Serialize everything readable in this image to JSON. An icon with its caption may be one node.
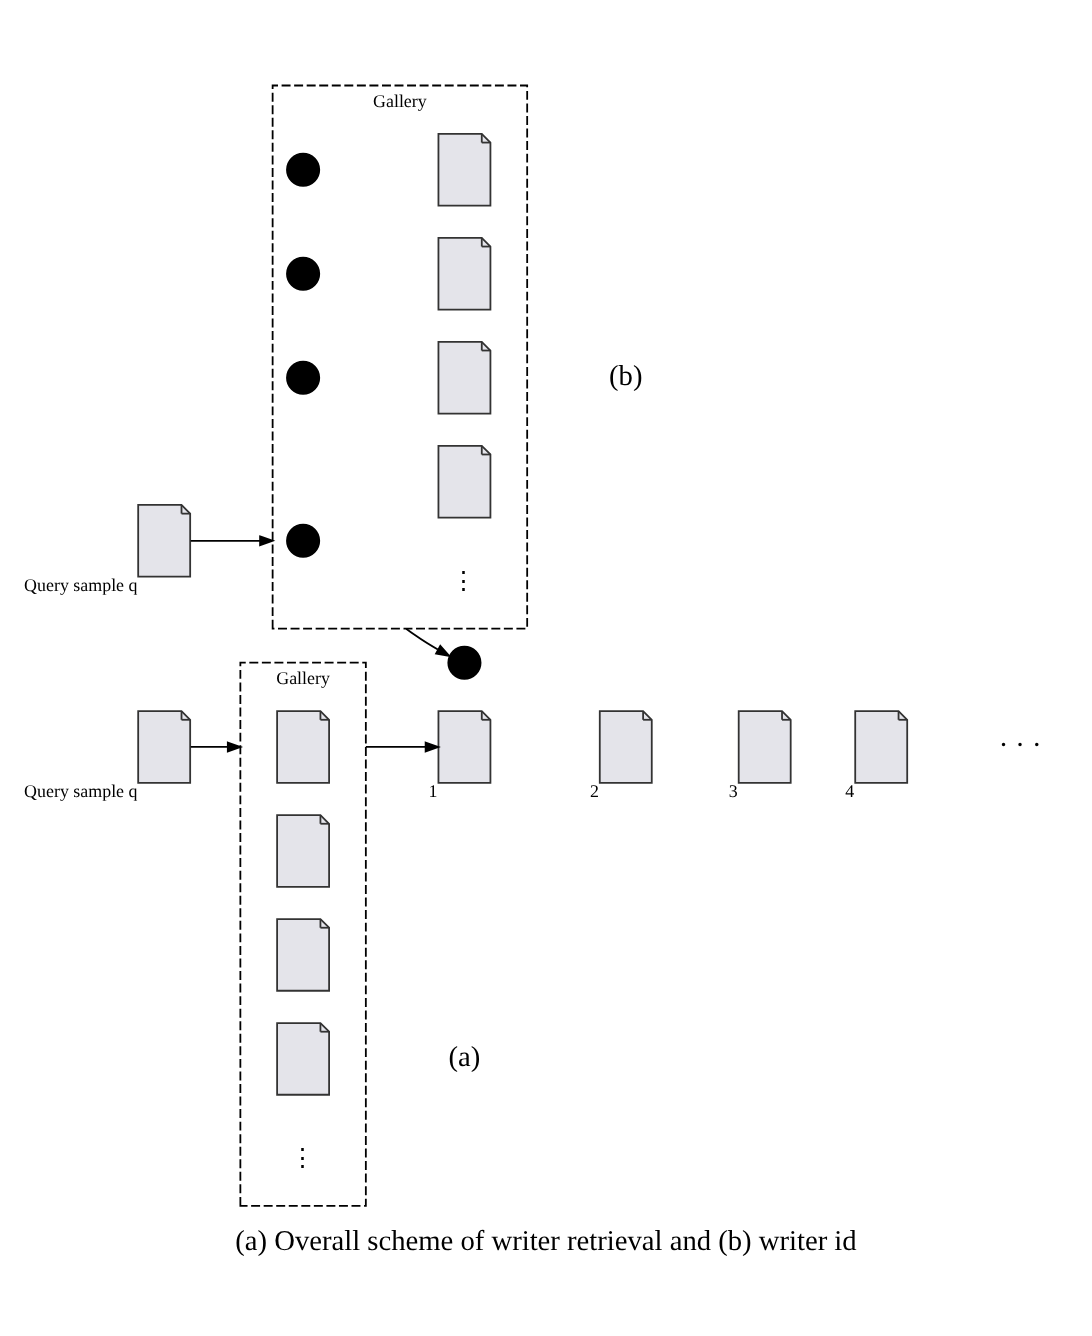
{
  "diagram": {
    "caption": "(a) Overall scheme of writer retrieval and (b) writer id",
    "nodes": [
      {
        "text": [],
        "shape": "document",
        "beside": [
          "Query sample q"
        ]
      },
      {
        "text": [
          "Gallery"
        ]
      },
      {
        "text": [],
        "shape": "document",
        "in": 1
      },
      {
        "text": [],
        "shape": "document",
        "in": 1
      },
      {
        "text": [],
        "shape": "document",
        "in": 1
      },
      {
        "text": [],
        "shape": "document",
        "in": 1
      },
      {
        "text": [],
        "shape": "document",
        "beside": [
          "1"
        ]
      },
      {
        "text": [],
        "shape": "document",
        "beside": [
          "2"
        ]
      },
      {
        "text": [],
        "shape": "document",
        "beside": [
          "3"
        ]
      },
      {
        "text": [],
        "shape": "document",
        "beside": [
          "4"
        ]
      },
      {
        "text": [],
        "shape": "document",
        "beside": [
          "Query sample q"
        ]
      },
      {
        "text": [
          "Gallery"
        ]
      },
      {
        "text": [],
        "shape": "person",
        "in": 11
      },
      {
        "text": [],
        "shape": "document",
        "in": 11
      },
      {
        "text": [],
        "shape": "person",
        "in": 11
      },
      {
        "text": [],
        "shape": "document",
        "in": 11
      },
      {
        "text": [],
        "shape": "person",
        "in": 11
      },
      {
        "text": [],
        "shape": "document",
        "in": 11
      },
      {
        "text": [],
        "shape": "person",
        "in": 11
      },
      {
        "text": [],
        "shape": "document",
        "in": 11
      },
      {
        "text": [],
        "shape": "person"
      }
    ],
    "edges": [
      {
        "from": 0,
        "to": 1,
        "arrow": "to"
      },
      {
        "from": 1,
        "to": 6,
        "arrow": "to"
      },
      {
        "from": 10,
        "to": 11,
        "arrow": "to"
      },
      {
        "from": 11,
        "to": 20,
        "arrow": "to"
      }
    ],
    "labels": [
      "⋮",
      "· · ·",
      "(a)",
      "⋮",
      "(b)"
    ]
  }
}
